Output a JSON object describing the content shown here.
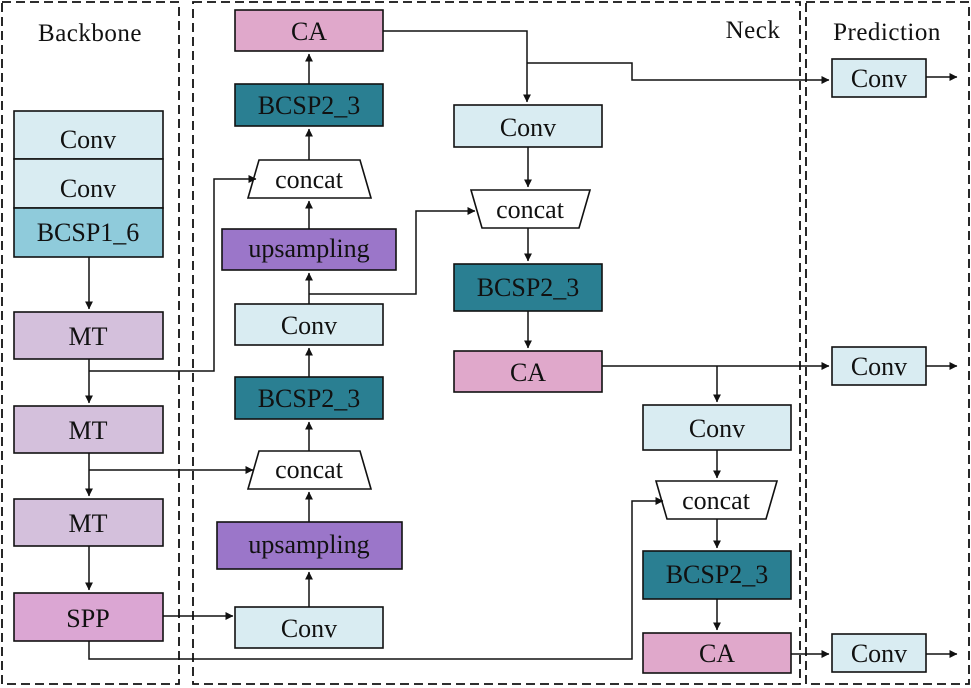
{
  "sections": {
    "backbone": "Backbone",
    "neck": "Neck",
    "prediction": "Prediction"
  },
  "colors": {
    "conv": "#d9ecf2",
    "bcsp1": "#8fcbdb",
    "bcsp2": "#2a7f92",
    "ca": "#e0a8cb",
    "upsampling": "#9b76c9",
    "mt": "#d4c0dc",
    "spp": "#dba6d3",
    "concat": "#ffffff"
  },
  "blocks": {
    "backbone_conv_1": "Conv",
    "backbone_conv_2": "Conv",
    "backbone_bcsp1_6": "BCSP1_6",
    "backbone_mt_1": "MT",
    "backbone_mt_2": "MT",
    "backbone_mt_3": "MT",
    "backbone_spp": "SPP",
    "neck_ca_top": "CA",
    "neck_bcsp2_3_top": "BCSP2_3",
    "neck_concat_top": "concat",
    "neck_upsampling_top": "upsampling",
    "neck_conv_mid": "Conv",
    "neck_bcsp2_3_mid": "BCSP2_3",
    "neck_concat_mid": "concat",
    "neck_upsampling_bottom": "upsampling",
    "neck_conv_bottom": "Conv",
    "neck_conv_2": "Conv",
    "neck_concat_2": "concat",
    "neck_bcsp2_3_2": "BCSP2_3",
    "neck_ca_2": "CA",
    "neck_conv_3": "Conv",
    "neck_concat_3": "concat",
    "neck_bcsp2_3_3": "BCSP2_3",
    "neck_ca_3": "CA",
    "pred_conv_1": "Conv",
    "pred_conv_2": "Conv",
    "pred_conv_3": "Conv"
  }
}
